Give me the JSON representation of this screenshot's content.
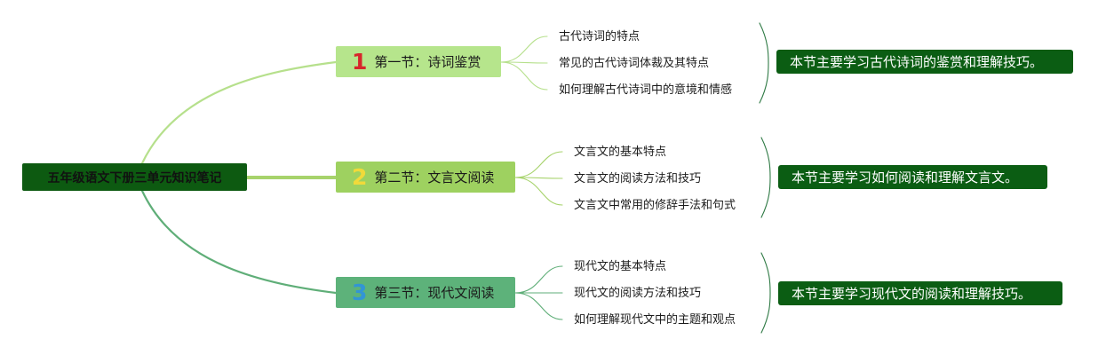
{
  "root": {
    "label": "五年级语文下册三单元知识笔记"
  },
  "sections": [
    {
      "number": "1",
      "title": "第一节：诗词鉴赏",
      "color": "#b6e58c",
      "number_color": "#d7262b",
      "link_color": "#b6e08c",
      "points": [
        "古代诗词的特点",
        "常见的古代诗词体裁及其特点",
        "如何理解古代诗词中的意境和情感"
      ],
      "summary": "本节主要学习古代诗词的鉴赏和理解技巧。"
    },
    {
      "number": "2",
      "title": "第二节：文言文阅读",
      "color": "#9ed160",
      "number_color": "#f1da3a",
      "link_color": "#a7d36c",
      "points": [
        "文言文的基本特点",
        "文言文的阅读方法和技巧",
        "文言文中常用的修辞手法和句式"
      ],
      "summary": "本节主要学习如何阅读和理解文言文。"
    },
    {
      "number": "3",
      "title": "第三节：现代文阅读",
      "color": "#5db27a",
      "number_color": "#3295d5",
      "link_color": "#5fae78",
      "points": [
        "现代文的基本特点",
        "现代文的阅读方法和技巧",
        "如何理解现代文中的主题和观点"
      ],
      "summary": "本节主要学习现代文的阅读和理解技巧。"
    }
  ]
}
